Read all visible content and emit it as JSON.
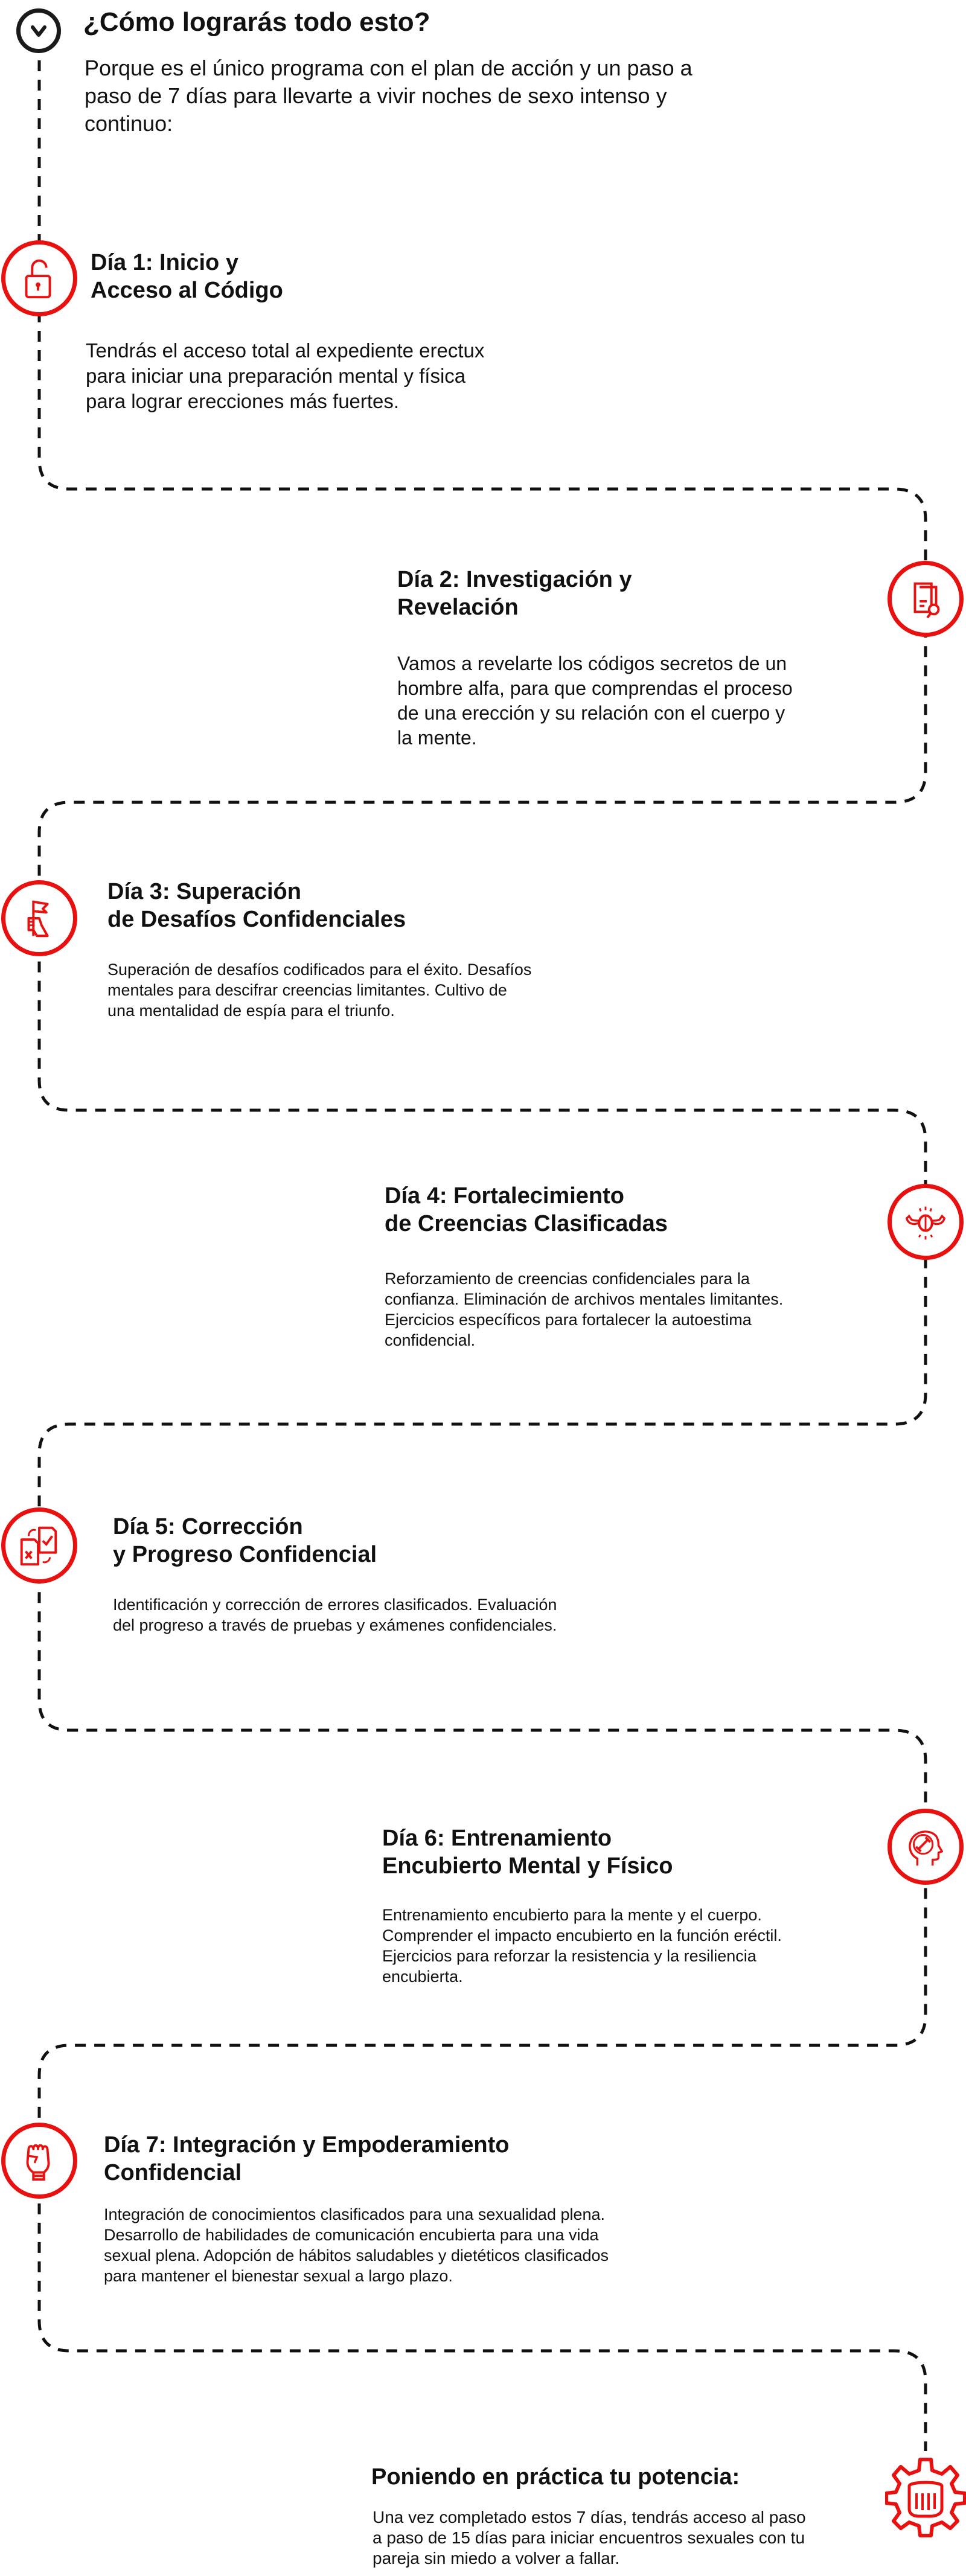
{
  "header": {
    "title": "¿Cómo lograrás todo esto?",
    "intro": "Porque es el único programa con el plan de acción y un paso a paso de 7 días para llevarte a vivir noches de sexo intenso y continuo:"
  },
  "steps": [
    {
      "title": "Día 1: Inicio y\nAcceso al Código",
      "text": "Tendrás el acceso total al expediente erectux\npara iniciar una preparación mental y física\npara lograr erecciones más fuertes.",
      "icon": "lock-icon"
    },
    {
      "title": "Día 2: Investigación y\nRevelación",
      "text": "Vamos a revelarte los códigos secretos de un\nhombre alfa, para que comprendas el proceso\nde una erección y su relación con el cuerpo y\nla mente.",
      "icon": "document-search-icon"
    },
    {
      "title": "Día 3: Superación\nde Desafíos Confidenciales",
      "text": "Superación de desafíos codificados para el éxito. Desafíos\nmentales para descifrar creencias limitantes. Cultivo de\nuna mentalidad de espía para el triunfo.",
      "icon": "hand-flag-icon"
    },
    {
      "title": "Día 4: Fortalecimiento\nde Creencias Clasificadas",
      "text": "Reforzamiento de creencias confidenciales para la\nconfianza. Eliminación de archivos mentales limitantes.\nEjercicios específicos para fortalecer la autoestima\nconfidencial.",
      "icon": "brain-muscle-icon"
    },
    {
      "title": "Día 5: Corrección\ny Progreso Confidencial",
      "text": "Identificación y corrección de errores clasificados. Evaluación\ndel progreso a través de pruebas y exámenes confidenciales.",
      "icon": "documents-check-icon"
    },
    {
      "title": "Día 6: Entrenamiento\nEncubierto Mental y Físico",
      "text": "Entrenamiento encubierto para la mente y el cuerpo.\nComprender el impacto encubierto en la función eréctil.\nEjercicios para reforzar la resistencia y la resiliencia\nencubierta.",
      "icon": "head-dumbbell-icon"
    },
    {
      "title": "Día 7: Integración y Empoderamiento\nConfidencial",
      "text": "Integración de conocimientos clasificados para una sexualidad plena.\nDesarrollo de habilidades de comunicación encubierta para una vida\nsexual plena. Adopción de hábitos saludables y dietéticos clasificados\npara mantener el bienestar sexual a largo plazo.",
      "icon": "fist-icon"
    }
  ],
  "final": {
    "title": "Poniendo en práctica tu potencia:",
    "text": "Una vez completado estos 7 días, tendrás acceso al paso\na paso de 15 días para iniciar encuentros sexuales con tu\npareja sin miedo a volver a fallar.",
    "icon": "gear-fist-icon"
  },
  "colors": {
    "accent": "#e8110f",
    "text": "#111111",
    "line": "#111111"
  }
}
